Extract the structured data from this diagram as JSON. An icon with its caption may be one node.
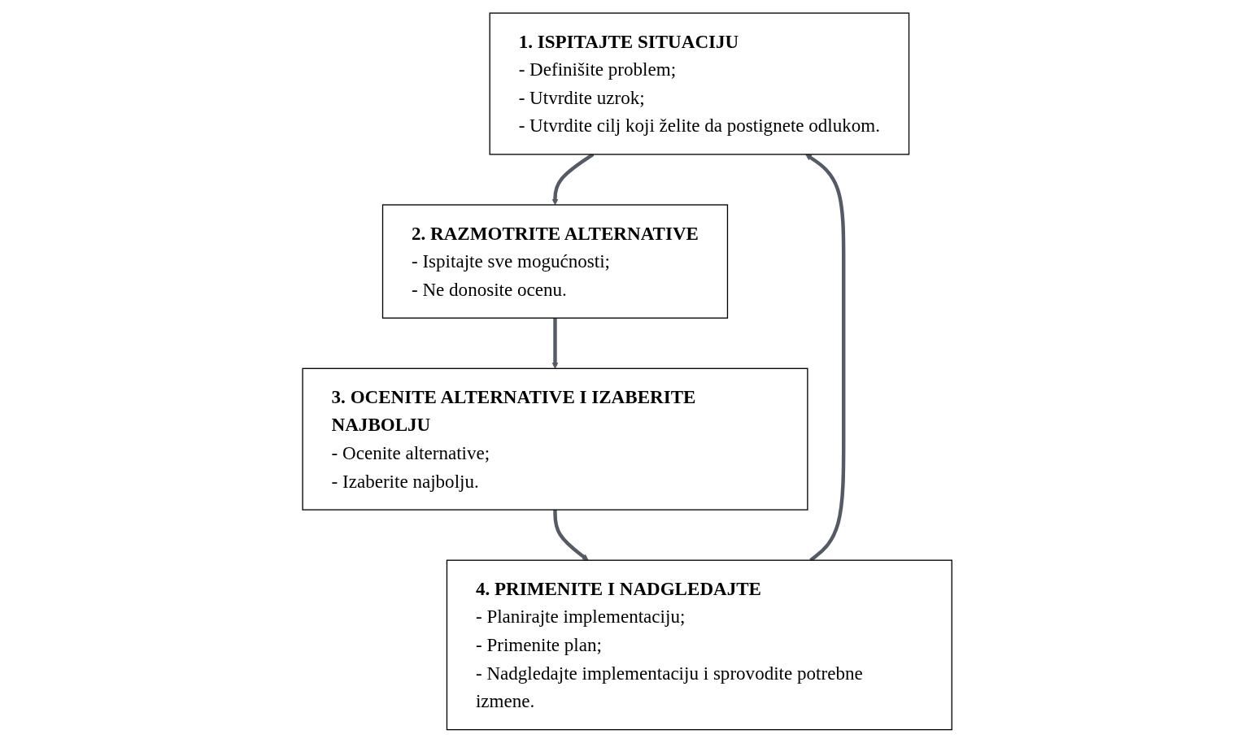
{
  "diagram": {
    "nodes": [
      {
        "text": [
          "1. ISPITAJTE SITUACIJU",
          "- Definišite problem;",
          "- Utvrdite uzrok;",
          "- Utvrdite cilj koji želite da postignete odlukom."
        ]
      },
      {
        "text": [
          "2.  RAZMOTRITE ALTERNATIVE",
          "- Ispitajte sve mogućnosti;",
          "- Ne donosite ocenu."
        ]
      },
      {
        "text": [
          "3. OCENITE ALTERNATIVE I IZABERITE NAJBOLJU",
          "- Ocenite alternative;",
          "- Izaberite najbolju."
        ]
      },
      {
        "text": [
          "4. PRIMENITE I NADGLEDAJTE",
          "- Planirajte implementaciju;",
          "- Primenite plan;",
          "- Nadgledajte implementaciju i sprovodite potrebne izmene."
        ]
      }
    ],
    "edges": [
      {
        "from": 0,
        "to": 1,
        "arrow": "to"
      },
      {
        "from": 1,
        "to": 2,
        "arrow": "to"
      },
      {
        "from": 2,
        "to": 3,
        "arrow": "to"
      },
      {
        "from": 3,
        "to": 0,
        "arrow": "to"
      }
    ]
  }
}
